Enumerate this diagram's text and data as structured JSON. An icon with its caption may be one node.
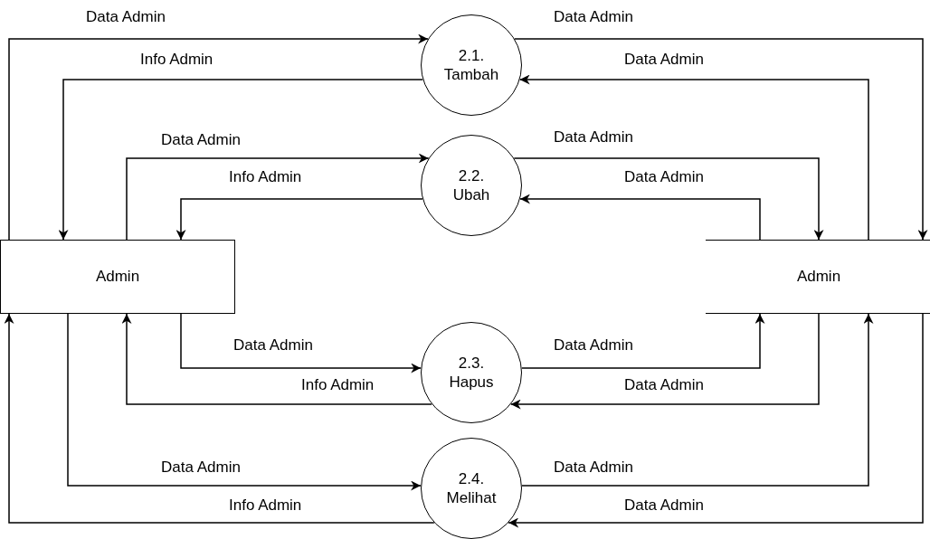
{
  "diagram": {
    "nodes": [
      {
        "text": [
          "Admin"
        ]
      },
      {
        "text": [
          "2.1.",
          "Tambah"
        ]
      },
      {
        "text": [
          "2.2.",
          "Ubah"
        ]
      },
      {
        "text": [
          "2.3.",
          "Hapus"
        ]
      },
      {
        "text": [
          "2.4.",
          "Melihat"
        ]
      },
      {
        "text": [
          "Admin"
        ]
      }
    ],
    "edges": [
      {
        "from": 0,
        "to": 1,
        "arrow": "to",
        "label": "Data Admin"
      },
      {
        "from": 1,
        "to": 0,
        "arrow": "to",
        "label": "Info Admin"
      },
      {
        "from": 1,
        "to": 5,
        "arrow": "to",
        "label": "Data Admin"
      },
      {
        "from": 5,
        "to": 1,
        "arrow": "to",
        "label": "Data Admin"
      },
      {
        "from": 0,
        "to": 2,
        "arrow": "to",
        "label": "Data Admin"
      },
      {
        "from": 2,
        "to": 0,
        "arrow": "to",
        "label": "Info Admin"
      },
      {
        "from": 2,
        "to": 5,
        "arrow": "to",
        "label": "Data Admin"
      },
      {
        "from": 5,
        "to": 2,
        "arrow": "to",
        "label": "Data Admin"
      },
      {
        "from": 0,
        "to": 3,
        "arrow": "to",
        "label": "Data Admin"
      },
      {
        "from": 3,
        "to": 0,
        "arrow": "to",
        "label": "Info Admin"
      },
      {
        "from": 3,
        "to": 5,
        "arrow": "to",
        "label": "Data Admin"
      },
      {
        "from": 5,
        "to": 3,
        "arrow": "to",
        "label": "Data Admin"
      },
      {
        "from": 0,
        "to": 4,
        "arrow": "to",
        "label": "Data Admin"
      },
      {
        "from": 4,
        "to": 0,
        "arrow": "to",
        "label": "Info Admin"
      },
      {
        "from": 4,
        "to": 5,
        "arrow": "to",
        "label": "Data Admin"
      },
      {
        "from": 5,
        "to": 4,
        "arrow": "to",
        "label": "Data Admin"
      }
    ]
  }
}
